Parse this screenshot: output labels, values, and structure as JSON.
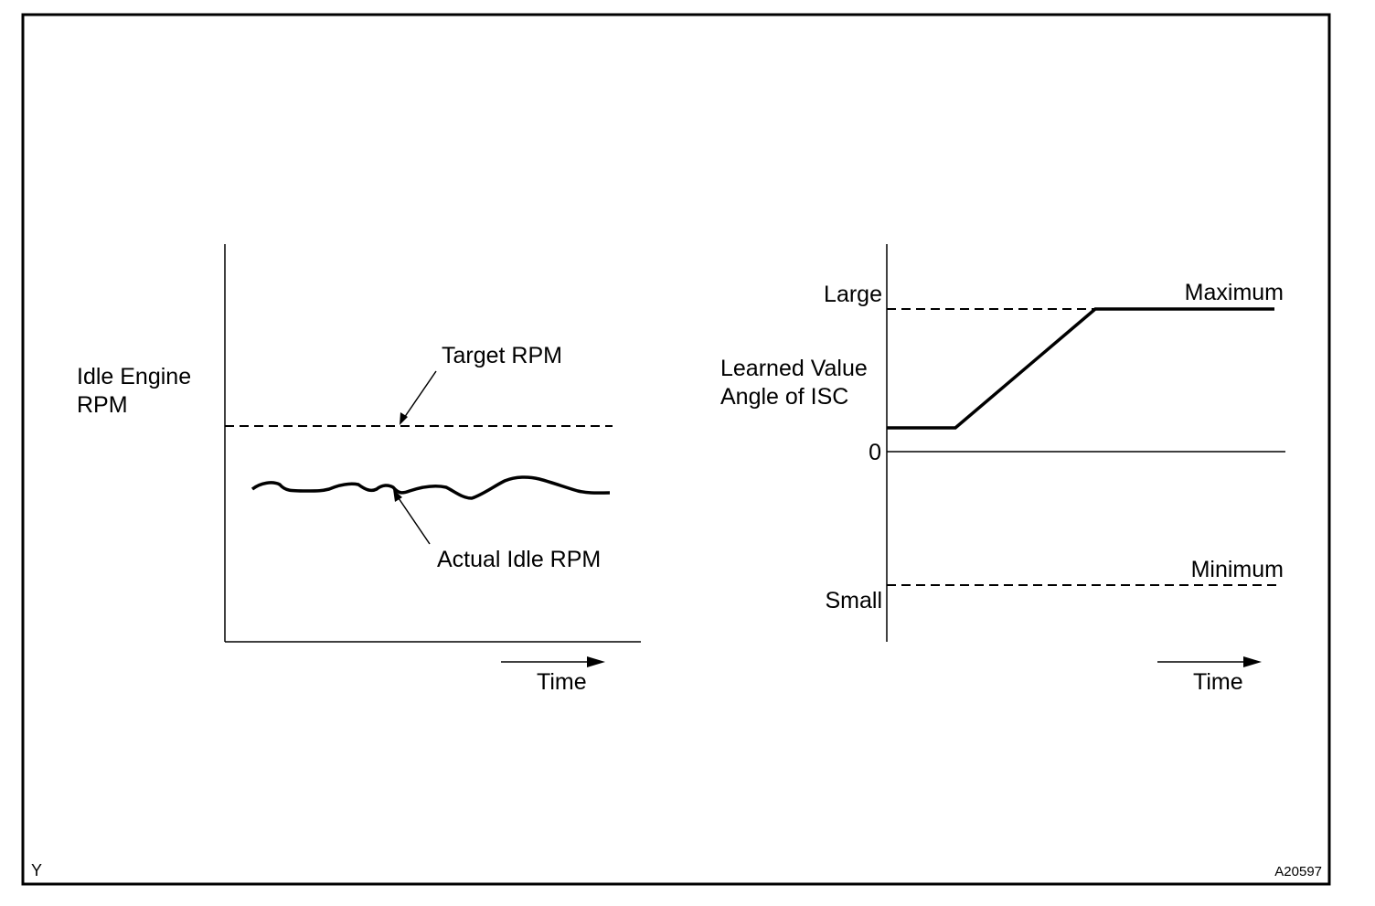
{
  "left_diagram": {
    "y_label_line1": "Idle Engine",
    "y_label_line2": "RPM",
    "target_label": "Target RPM",
    "actual_label": "Actual Idle RPM",
    "time_label": "Time"
  },
  "right_diagram": {
    "y_label_line1": "Learned Value",
    "y_label_line2": "Angle of ISC",
    "large_label": "Large",
    "zero_label": "0",
    "small_label": "Small",
    "maximum_label": "Maximum",
    "minimum_label": "Minimum",
    "time_label": "Time"
  },
  "corner_left": "Y",
  "figure_code": "A20597"
}
